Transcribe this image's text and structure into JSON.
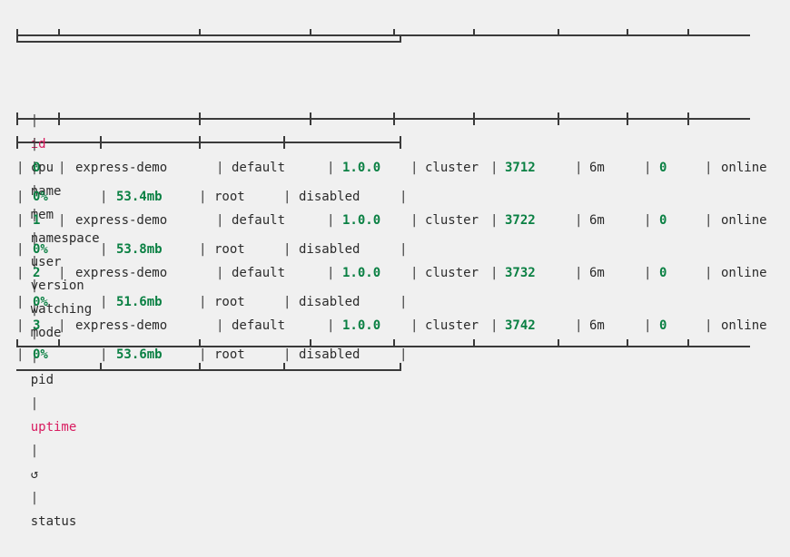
{
  "app": {
    "command": "pm2 list",
    "background_color": "#f0f0f0",
    "text_color": "#2b2b2b",
    "accent_sort_color": "#d81b5f",
    "value_green_color": "#0a8043",
    "border_color": "#3a3a3a"
  },
  "table": {
    "header_line_1": [
      {
        "label": "id",
        "style": "sort"
      },
      {
        "label": "name",
        "style": "plain"
      },
      {
        "label": "namespace",
        "style": "plain"
      },
      {
        "label": "version",
        "style": "plain"
      },
      {
        "label": "mode",
        "style": "plain"
      },
      {
        "label": "pid",
        "style": "plain"
      },
      {
        "label": "uptime",
        "style": "sort"
      },
      {
        "label": "↺",
        "style": "icon"
      },
      {
        "label": "status",
        "style": "plain"
      }
    ],
    "header_line_2": [
      {
        "label": "cpu",
        "style": "plain"
      },
      {
        "label": "mem",
        "style": "plain"
      },
      {
        "label": "user",
        "style": "plain"
      },
      {
        "label": "watching",
        "style": "plain"
      }
    ],
    "separator": "|",
    "rows": [
      {
        "id": "0",
        "name": "express-demo",
        "namespace": "default",
        "version": "1.0.0",
        "mode": "cluster",
        "pid": "3712",
        "uptime": "6m",
        "restarts": "0",
        "status": "online",
        "cpu": "0%",
        "mem": "53.4mb",
        "user": "root",
        "watching": "disabled"
      },
      {
        "id": "1",
        "name": "express-demo",
        "namespace": "default",
        "version": "1.0.0",
        "mode": "cluster",
        "pid": "3722",
        "uptime": "6m",
        "restarts": "0",
        "status": "online",
        "cpu": "0%",
        "mem": "53.8mb",
        "user": "root",
        "watching": "disabled"
      },
      {
        "id": "2",
        "name": "express-demo",
        "namespace": "default",
        "version": "1.0.0",
        "mode": "cluster",
        "pid": "3732",
        "uptime": "6m",
        "restarts": "0",
        "status": "online",
        "cpu": "0%",
        "mem": "51.6mb",
        "user": "root",
        "watching": "disabled"
      },
      {
        "id": "3",
        "name": "express-demo",
        "namespace": "default",
        "version": "1.0.0",
        "mode": "cluster",
        "pid": "3742",
        "uptime": "6m",
        "restarts": "0",
        "status": "online",
        "cpu": "0%",
        "mem": "53.6mb",
        "user": "root",
        "watching": "disabled"
      }
    ]
  }
}
